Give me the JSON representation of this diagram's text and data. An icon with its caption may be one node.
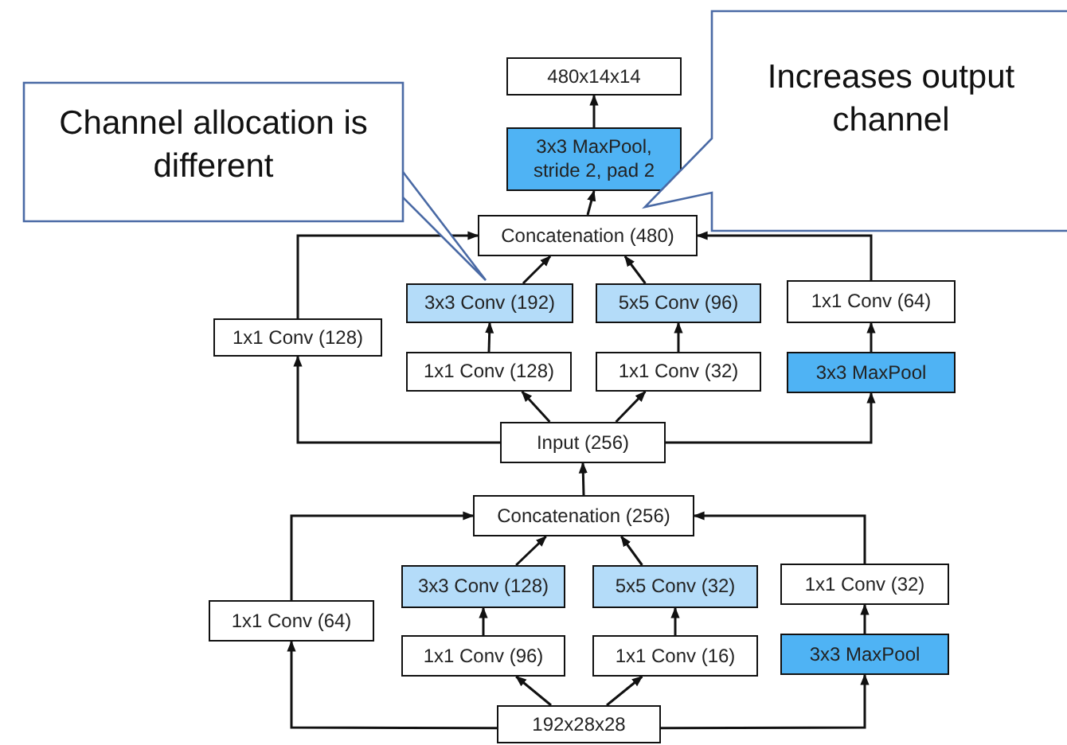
{
  "diagram": {
    "nodes": [
      {
        "text": [
          "480x14x14"
        ]
      },
      {
        "text": [
          "3x3 MaxPool, stride 2, pad 2"
        ]
      },
      {
        "text": [
          "Concatenation (480)"
        ]
      },
      {
        "text": [
          "1x1 Conv (128)"
        ]
      },
      {
        "text": [
          "3x3 Conv (192)"
        ]
      },
      {
        "text": [
          "5x5 Conv (96)"
        ]
      },
      {
        "text": [
          "1x1 Conv (64)"
        ]
      },
      {
        "text": [
          "1x1 Conv (128)"
        ]
      },
      {
        "text": [
          "1x1 Conv (32)"
        ]
      },
      {
        "text": [
          "3x3 MaxPool"
        ]
      },
      {
        "text": [
          "Input (256)"
        ]
      },
      {
        "text": [
          "Concatenation (256)"
        ]
      },
      {
        "text": [
          "1x1 Conv (64)"
        ]
      },
      {
        "text": [
          "3x3 Conv (128)"
        ]
      },
      {
        "text": [
          "5x5 Conv (32)"
        ]
      },
      {
        "text": [
          "1x1 Conv (32)"
        ]
      },
      {
        "text": [
          "1x1 Conv (96)"
        ]
      },
      {
        "text": [
          "1x1 Conv (16)"
        ]
      },
      {
        "text": [
          "3x3 MaxPool"
        ]
      },
      {
        "text": [
          "192x28x28"
        ]
      },
      {
        "text": [
          "Channel allocation is different"
        ]
      },
      {
        "text": [
          "Increases output channel"
        ]
      }
    ],
    "edges": [
      {
        "from": 19,
        "to": 16,
        "arrow": "to"
      },
      {
        "from": 19,
        "to": 17,
        "arrow": "to"
      },
      {
        "from": 19,
        "to": 12,
        "arrow": "to"
      },
      {
        "from": 19,
        "to": 18,
        "arrow": "to"
      },
      {
        "from": 16,
        "to": 13,
        "arrow": "to"
      },
      {
        "from": 17,
        "to": 14,
        "arrow": "to"
      },
      {
        "from": 18,
        "to": 15,
        "arrow": "to"
      },
      {
        "from": 13,
        "to": 11,
        "arrow": "to"
      },
      {
        "from": 14,
        "to": 11,
        "arrow": "to"
      },
      {
        "from": 12,
        "to": 11,
        "arrow": "to"
      },
      {
        "from": 15,
        "to": 11,
        "arrow": "to"
      },
      {
        "from": 11,
        "to": 10,
        "arrow": "to"
      },
      {
        "from": 10,
        "to": 7,
        "arrow": "to"
      },
      {
        "from": 10,
        "to": 8,
        "arrow": "to"
      },
      {
        "from": 10,
        "to": 3,
        "arrow": "to"
      },
      {
        "from": 10,
        "to": 9,
        "arrow": "to"
      },
      {
        "from": 7,
        "to": 4,
        "arrow": "to"
      },
      {
        "from": 8,
        "to": 5,
        "arrow": "to"
      },
      {
        "from": 9,
        "to": 6,
        "arrow": "to"
      },
      {
        "from": 4,
        "to": 2,
        "arrow": "to"
      },
      {
        "from": 5,
        "to": 2,
        "arrow": "to"
      },
      {
        "from": 3,
        "to": 2,
        "arrow": "to"
      },
      {
        "from": 6,
        "to": 2,
        "arrow": "to"
      },
      {
        "from": 2,
        "to": 1,
        "arrow": "to"
      },
      {
        "from": 1,
        "to": 0,
        "arrow": "to"
      }
    ]
  }
}
